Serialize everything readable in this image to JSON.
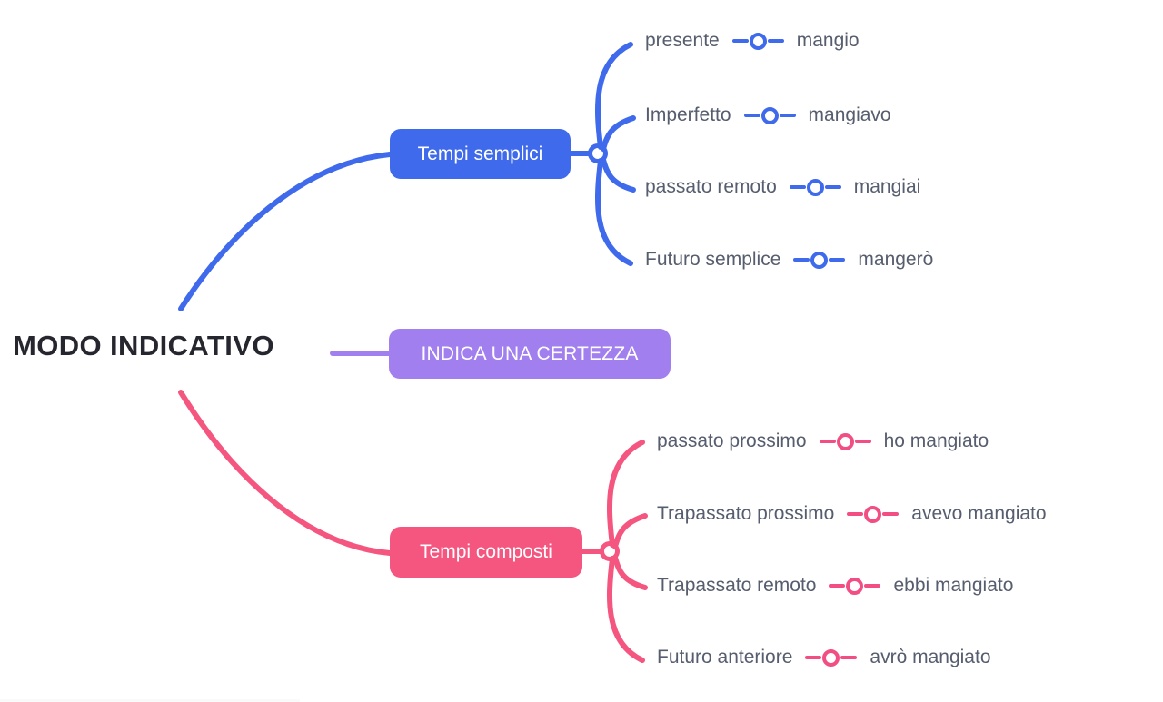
{
  "root": {
    "title": "MODO INDICATIVO"
  },
  "colors": {
    "blue": "#3E6AEB",
    "purple": "#A27FEE",
    "pink": "#F4567F",
    "pink_line": "#F24E83",
    "label_text": "#565D6E",
    "root_text": "#26262F",
    "background": "#FFFFFF"
  },
  "branches": [
    {
      "id": "tempi-semplici",
      "label": "Tempi semplici",
      "color": "#3E6AEB",
      "leaves": [
        {
          "label": "presente",
          "value": "mangio"
        },
        {
          "label": "Imperfetto",
          "value": "mangiavo"
        },
        {
          "label": "passato remoto",
          "value": "mangiai"
        },
        {
          "label": "Futuro semplice",
          "value": "mangerò"
        }
      ]
    },
    {
      "id": "indica-una-certezza",
      "label": "INDICA UNA CERTEZZA",
      "color": "#A27FEE",
      "leaves": []
    },
    {
      "id": "tempi-composti",
      "label": "Tempi composti",
      "color": "#F4567F",
      "leaves": [
        {
          "label": "passato prossimo",
          "value": "ho mangiato"
        },
        {
          "label": "Trapassato prossimo",
          "value": "avevo mangiato"
        },
        {
          "label": "Trapassato remoto",
          "value": "ebbi mangiato"
        },
        {
          "label": "Futuro anteriore",
          "value": "avrò mangiato"
        }
      ]
    }
  ],
  "icons": {
    "hub": "hub-ring-icon",
    "connector": "line-ring-line-icon"
  }
}
